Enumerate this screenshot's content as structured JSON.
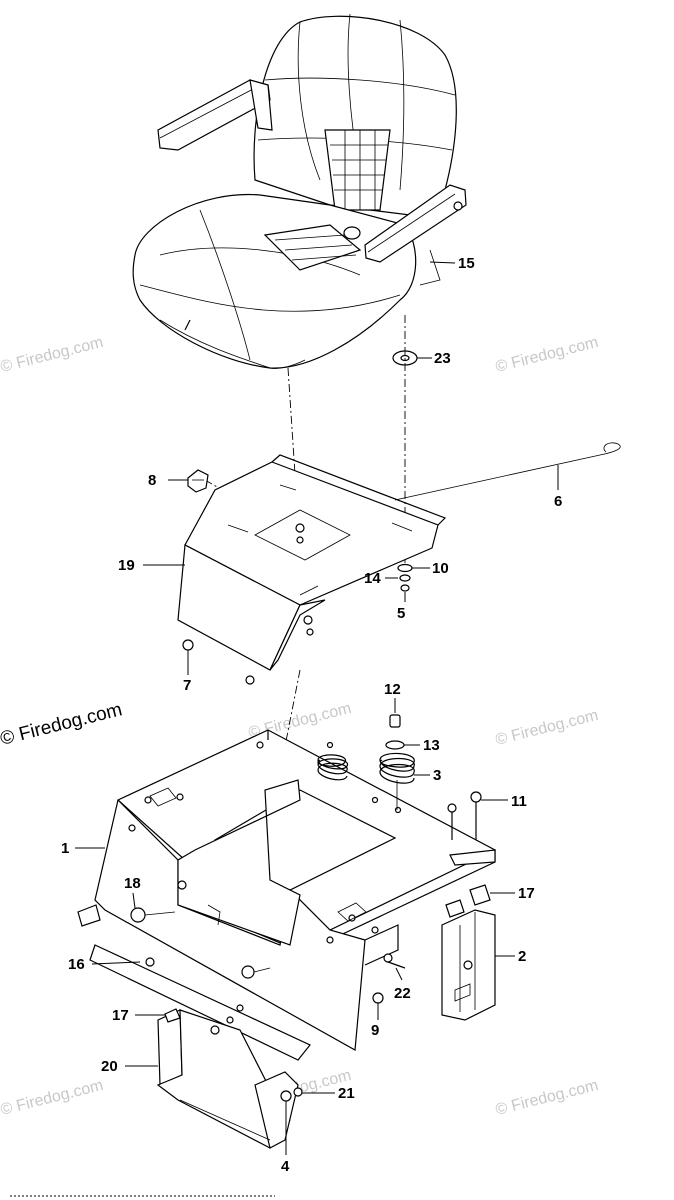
{
  "watermark": {
    "text": "© Firedog.com",
    "color": "#c8c8c8"
  },
  "parts": {
    "p1": "1",
    "p2": "2",
    "p3": "3",
    "p4": "4",
    "p5": "5",
    "p6": "6",
    "p7": "7",
    "p8": "8",
    "p9": "9",
    "p10": "10",
    "p11": "11",
    "p12": "12",
    "p13": "13",
    "p14": "14",
    "p15": "15",
    "p16": "16",
    "p17a": "17",
    "p17b": "17",
    "p18": "18",
    "p19": "19",
    "p20": "20",
    "p21": "21",
    "p22": "22",
    "p23": "23"
  }
}
